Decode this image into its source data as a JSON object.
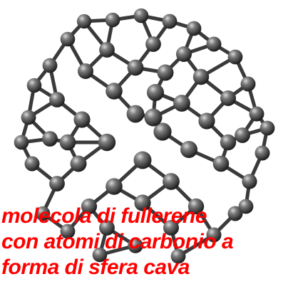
{
  "caption": {
    "lines": [
      "molecola di fullerene",
      "con atomi di carbonio a",
      "forma di sfera cava"
    ],
    "color": "#ff0000"
  },
  "molecule": {
    "atom_color": "#4a4a4a",
    "bond_color": "#3a3a3a"
  }
}
